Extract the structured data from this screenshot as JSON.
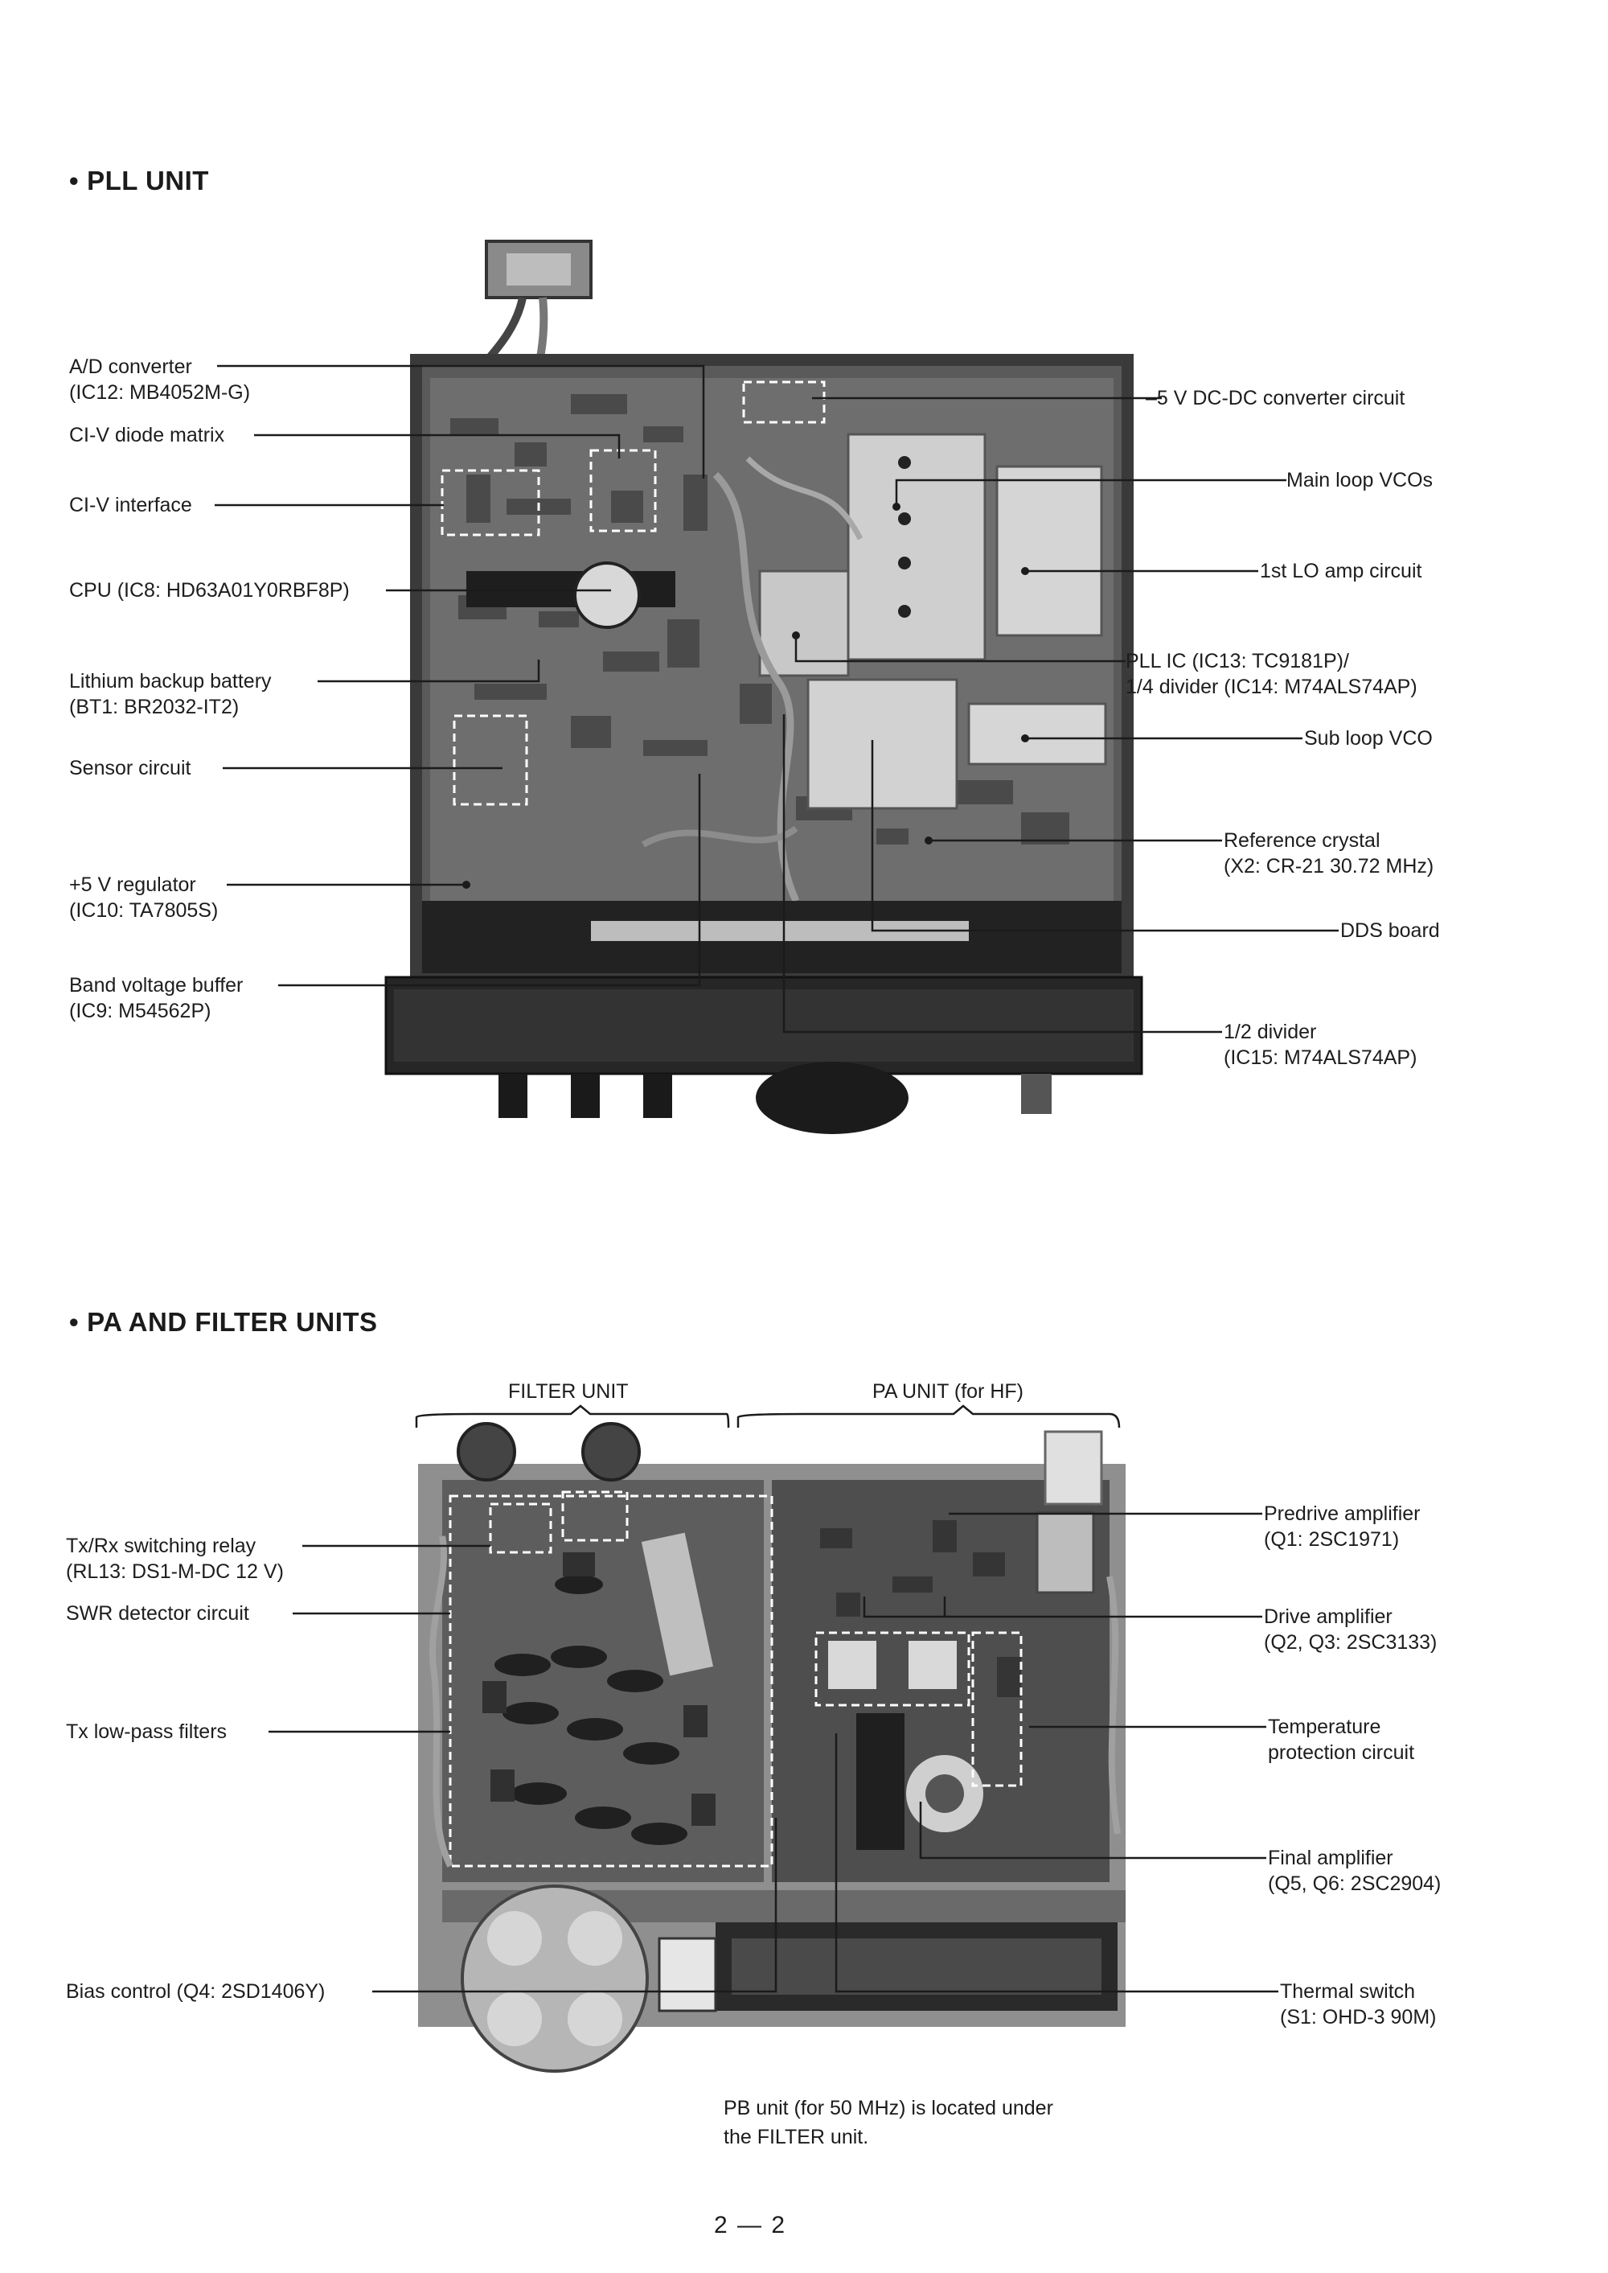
{
  "pll": {
    "title": "PLL UNIT",
    "left_labels": [
      {
        "l1": "A/D converter",
        "l2": "(IC12: MB4052M-G)"
      },
      {
        "l1": "CI-V diode matrix",
        "l2": ""
      },
      {
        "l1": "CI-V interface",
        "l2": ""
      },
      {
        "l1": "CPU (IC8: HD63A01Y0RBF8P)",
        "l2": ""
      },
      {
        "l1": "Lithium backup battery",
        "l2": "(BT1: BR2032-IT2)"
      },
      {
        "l1": "Sensor circuit",
        "l2": ""
      },
      {
        "l1": "+5 V regulator",
        "l2": "(IC10: TA7805S)"
      },
      {
        "l1": "Band voltage buffer",
        "l2": "(IC9: M54562P)"
      }
    ],
    "right_labels": [
      {
        "l1": "5 V DC-DC converter circuit",
        "l2": ""
      },
      {
        "l1": "Main loop VCOs",
        "l2": ""
      },
      {
        "l1": "1st LO amp circuit",
        "l2": ""
      },
      {
        "l1": "PLL IC (IC13: TC9181P)/",
        "l2": "1/4 divider (IC14: M74ALS74AP)"
      },
      {
        "l1": "Sub loop VCO",
        "l2": ""
      },
      {
        "l1": "Reference crystal",
        "l2": "(X2: CR-21 30.72 MHz)"
      },
      {
        "l1": "DDS board",
        "l2": ""
      },
      {
        "l1": "1/2 divider",
        "l2": "(IC15: M74ALS74AP)"
      }
    ]
  },
  "pa": {
    "title": "PA AND FILTER UNITS",
    "filter_unit_label": "FILTER UNIT",
    "pa_unit_label": "PA UNIT (for HF)",
    "left_labels": [
      {
        "l1": "Tx/Rx switching relay",
        "l2": "(RL13: DS1-M-DC 12 V)"
      },
      {
        "l1": "SWR detector circuit",
        "l2": ""
      },
      {
        "l1": "Tx low-pass filters",
        "l2": ""
      },
      {
        "l1": "Bias control (Q4: 2SD1406Y)",
        "l2": ""
      }
    ],
    "right_labels": [
      {
        "l1": "Predrive amplifier",
        "l2": "(Q1: 2SC1971)"
      },
      {
        "l1": "Drive amplifier",
        "l2": "(Q2, Q3: 2SC3133)"
      },
      {
        "l1": "Temperature",
        "l2": "protection circuit"
      },
      {
        "l1": "Final amplifier",
        "l2": "(Q5, Q6: 2SC2904)"
      },
      {
        "l1": "Thermal switch",
        "l2": "(S1: OHD-3 90M)"
      }
    ],
    "note": {
      "l1": "PB unit (for 50 MHz) is located under",
      "l2": "the FILTER unit."
    }
  },
  "page_number": "2 — 2",
  "colors": {
    "photo_dark": "#2a2a2a",
    "photo_mid": "#6b6b6b",
    "photo_light": "#c9c9c9",
    "ink": "#1b1b1b"
  }
}
